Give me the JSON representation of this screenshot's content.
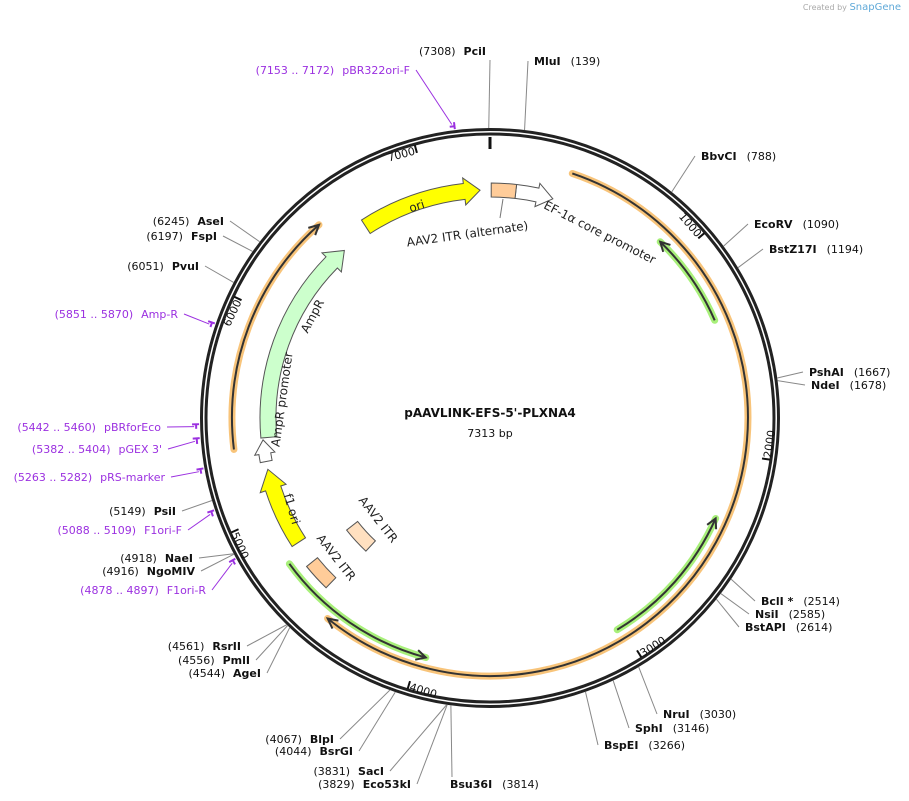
{
  "branding": {
    "created_by": "Created by",
    "brand": "SnapGene"
  },
  "plasmid": {
    "name": "pAAVLINK-EFS-5'-PLXNA4",
    "length_label": "7313 bp",
    "total_bp": 7313
  },
  "ticks": [
    "1000",
    "2000",
    "3000",
    "4000",
    "5000",
    "6000",
    "7000"
  ],
  "sites": [
    {
      "name": "PciI",
      "position": 7308
    },
    {
      "name": "MluI",
      "position": 139
    },
    {
      "name": "BbvCI",
      "position": 788
    },
    {
      "name": "EcoRV",
      "position": 1090
    },
    {
      "name": "BstZ17I",
      "position": 1194
    },
    {
      "name": "PshAI",
      "position": 1667
    },
    {
      "name": "NdeI",
      "position": 1678
    },
    {
      "name": "BclI *",
      "position": 2514
    },
    {
      "name": "NsiI",
      "position": 2585
    },
    {
      "name": "BstAPI",
      "position": 2614
    },
    {
      "name": "NruI",
      "position": 3030
    },
    {
      "name": "SphI",
      "position": 3146
    },
    {
      "name": "BspEI",
      "position": 3266
    },
    {
      "name": "Bsu36I",
      "position": 3814
    },
    {
      "name": "Eco53kI",
      "position": 3829
    },
    {
      "name": "SacI",
      "position": 3831
    },
    {
      "name": "BsrGI",
      "position": 4044
    },
    {
      "name": "BlpI",
      "position": 4067
    },
    {
      "name": "AgeI",
      "position": 4544
    },
    {
      "name": "PmlI",
      "position": 4556
    },
    {
      "name": "RsrII",
      "position": 4561
    },
    {
      "name": "NgoMIV",
      "position": 4916
    },
    {
      "name": "NaeI",
      "position": 4918
    },
    {
      "name": "PsiI",
      "position": 5149
    },
    {
      "name": "PvuI",
      "position": 6051
    },
    {
      "name": "FspI",
      "position": 6197
    },
    {
      "name": "AseI",
      "position": 6245
    }
  ],
  "primers": [
    {
      "name": "pBR322ori-F",
      "start": 7153,
      "end": 7172,
      "range": "7153 .. 7172"
    },
    {
      "name": "Amp-R",
      "start": 5851,
      "end": 5870,
      "range": "5851 .. 5870"
    },
    {
      "name": "pBRforEco",
      "start": 5442,
      "end": 5460,
      "range": "5442 .. 5460"
    },
    {
      "name": "pGEX 3'",
      "start": 5382,
      "end": 5404,
      "range": "5382 .. 5404"
    },
    {
      "name": "pRS-marker",
      "start": 5263,
      "end": 5282,
      "range": "5263 .. 5282"
    },
    {
      "name": "F1ori-F",
      "start": 5088,
      "end": 5109,
      "range": "5088 .. 5109"
    },
    {
      "name": "F1ori-R",
      "start": 4878,
      "end": 4897,
      "range": "4878 .. 4897"
    }
  ],
  "features": {
    "ori": "ori",
    "ampr": "AmpR",
    "ampr_promoter": "AmpR promoter",
    "f1_ori": "f1 ori",
    "itr_alt": "AAV2 ITR (alternate)",
    "ef1a": "EF-1α core promoter",
    "itr1": "AAV2 ITR",
    "itr2": "AAV2 ITR"
  },
  "colors": {
    "backbone": "#222222",
    "ori": "#ffff00",
    "ampr": "#ccffcc",
    "itr": "#ffcc99",
    "primer": "#9b30e0",
    "orf_orange": "#f8c47a",
    "orf_green": "#a8f07a"
  }
}
